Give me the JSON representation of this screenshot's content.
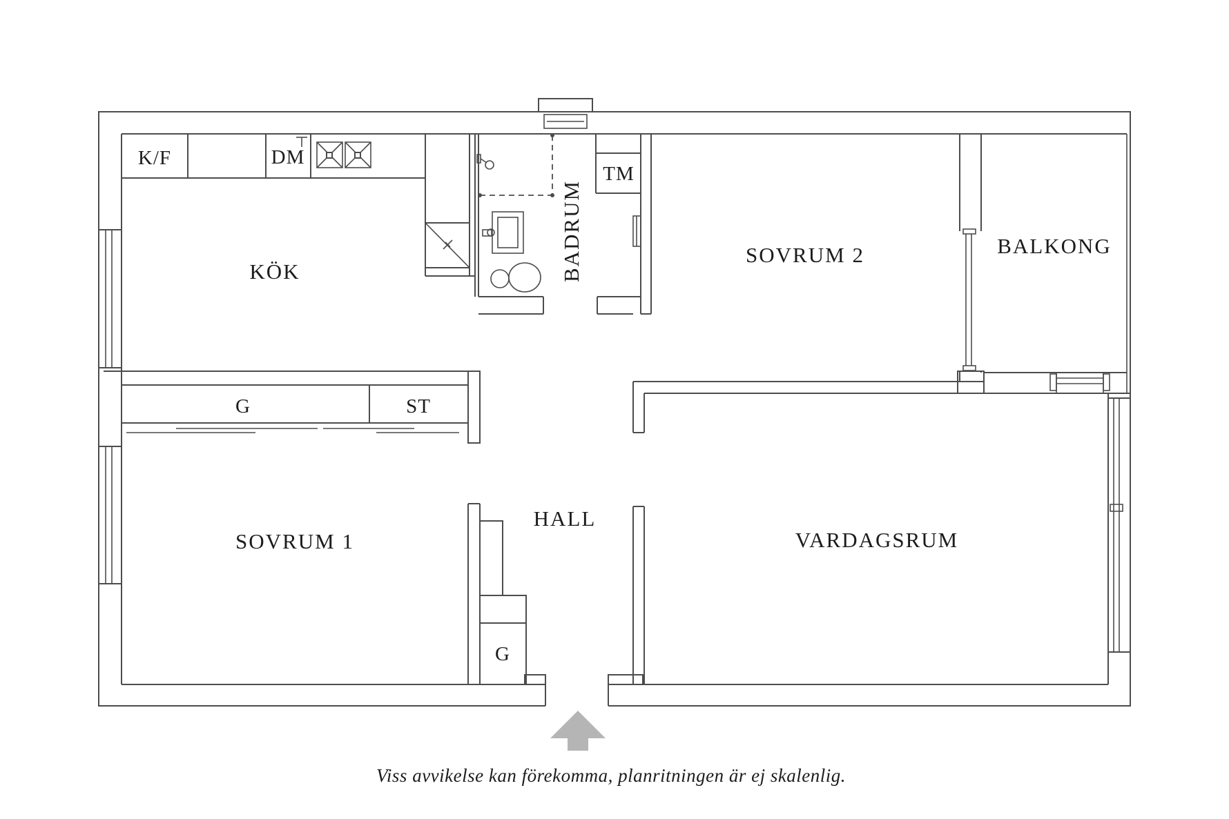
{
  "plan": {
    "rooms": {
      "kok": "KÖK",
      "badrum": "BADRUM",
      "sovrum2": "SOVRUM 2",
      "balkong": "BALKONG",
      "sovrum1": "SOVRUM 1",
      "hall": "HALL",
      "vardagsrum": "VARDAGSRUM"
    },
    "fixtures": {
      "fridge_freezer": "K/F",
      "dishwasher": "DM",
      "washing_machine": "TM",
      "wardrobe": "G",
      "cleaning_closet": "ST",
      "hall_wardrobe": "G"
    },
    "disclaimer": "Viss avvikelse kan förekomma, planritningen är ej skalenlig.",
    "colors": {
      "line": "#4c4c4c",
      "text": "#1c1c1c",
      "arrow": "#b5b5b5",
      "background": "#ffffff"
    }
  }
}
